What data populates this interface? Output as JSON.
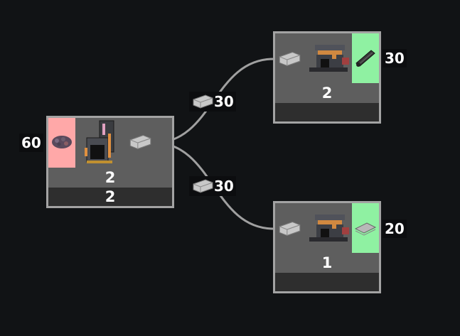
{
  "nodes": [
    {
      "id": "smelter",
      "machine_icon": "smelter-machine-icon",
      "input": {
        "icon": "ore-icon",
        "rate": "60",
        "slot_color": "#ffa8a8"
      },
      "output": {
        "icon": "ingot-icon"
      },
      "machine_count": "2",
      "footer_value": "2"
    },
    {
      "id": "rod-press",
      "machine_icon": "press-machine-icon",
      "input": {
        "icon": "ingot-icon"
      },
      "output": {
        "icon": "rod-icon",
        "rate": "30",
        "slot_color": "#8ff1a2"
      },
      "machine_count": "2",
      "footer_value": ""
    },
    {
      "id": "plate-press",
      "machine_icon": "press-machine-icon",
      "input": {
        "icon": "ingot-icon"
      },
      "output": {
        "icon": "plate-icon",
        "rate": "20",
        "slot_color": "#8ff1a2"
      },
      "machine_count": "1",
      "footer_value": ""
    }
  ],
  "links": [
    {
      "from": "smelter",
      "to": "rod-press",
      "item_icon": "ingot-icon",
      "rate": "30"
    },
    {
      "from": "smelter",
      "to": "plate-press",
      "item_icon": "ingot-icon",
      "rate": "30"
    }
  ],
  "colors": {
    "background": "#111315",
    "node_border": "#a3a3a3",
    "node_body": "#5e5e5e",
    "node_footer": "#2e2e2e",
    "input_slot": "#ffa8a8",
    "output_slot": "#8ff1a2",
    "link": "#a0a0a0"
  }
}
